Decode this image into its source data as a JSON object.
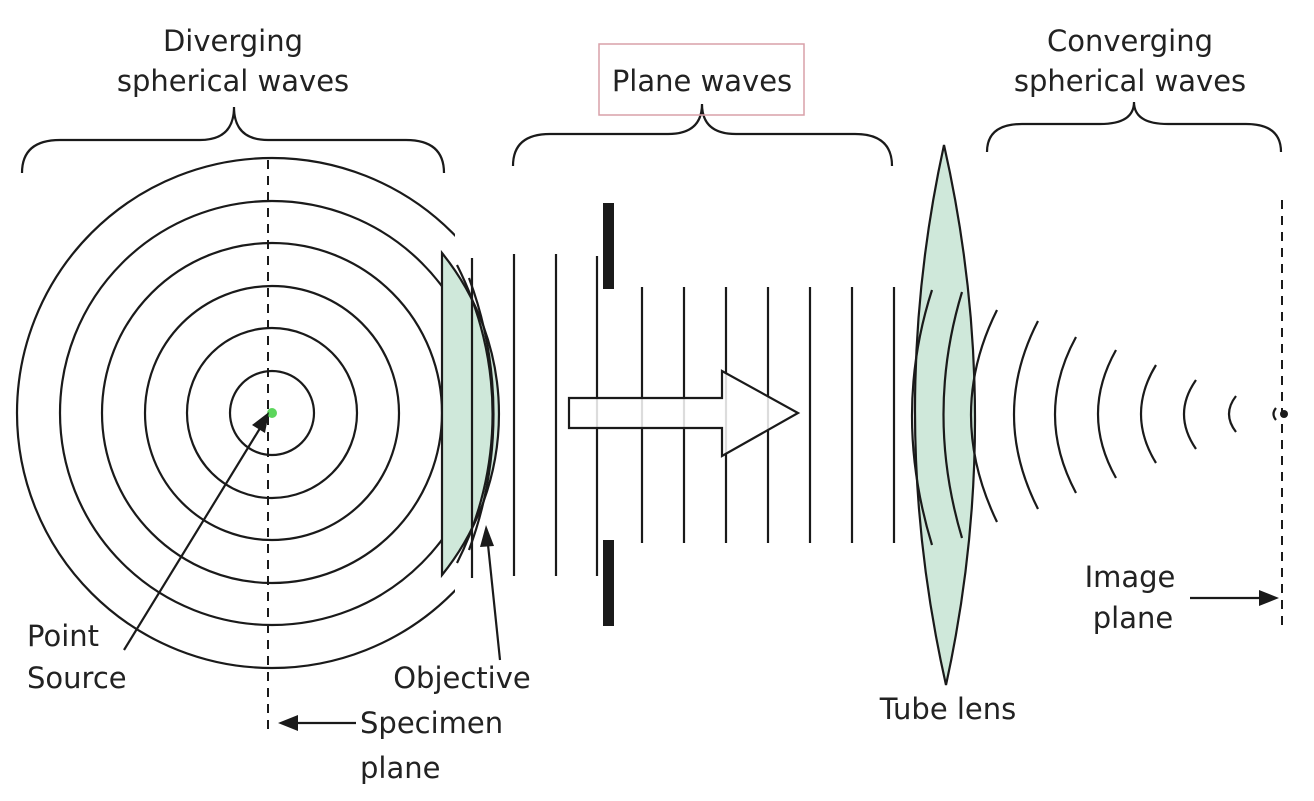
{
  "labels": {
    "diverging_line1": "Diverging",
    "diverging_line2": "spherical waves",
    "plane_waves": "Plane waves",
    "converging_line1": "Converging",
    "converging_line2": "spherical waves",
    "point_source_line1": "Point",
    "point_source_line2": "Source",
    "objective": "Objective",
    "specimen_line1": "Specimen",
    "specimen_line2": "plane",
    "tube_lens": "Tube lens",
    "image_line1": "Image",
    "image_line2": "plane"
  },
  "colors": {
    "lens_fill": "#cfe8da",
    "stroke": "#1a1a1a",
    "point_source": "#5cd65c",
    "highlight_box": "#d9a0a8"
  }
}
